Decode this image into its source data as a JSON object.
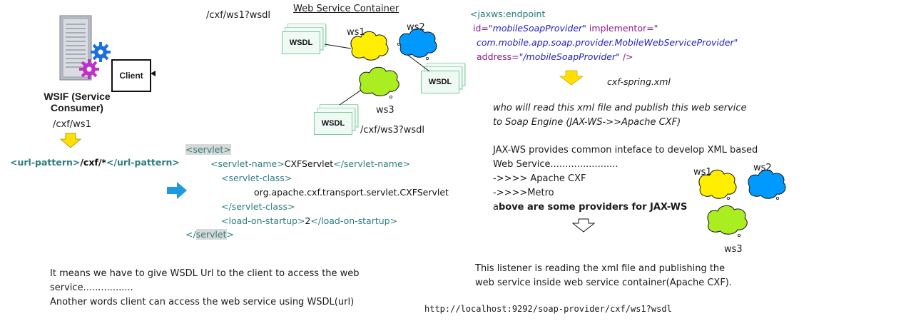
{
  "consumer": {
    "title_line1": "WSIF (Service",
    "title_line2": "Consumer)",
    "client_label": "Client",
    "path": "/cxf/ws1"
  },
  "url_pattern": {
    "open_tag": "<url-pattern>",
    "value": "/cxf/*",
    "close_tag": "</url-pattern>"
  },
  "container": {
    "title": "Web Service Container",
    "wsdl_url_ws1": "/cxf/ws1?wsdl",
    "wsdl_url_ws3": "/cxf/ws3?wsdl",
    "services": [
      {
        "name": "ws1",
        "color": "#ffee00"
      },
      {
        "name": "ws2",
        "color": "#0099ff"
      },
      {
        "name": "ws3",
        "color": "#aaee22"
      }
    ],
    "wsdl_label": "WSDL"
  },
  "servlet_xml": {
    "servlet_open": "<servlet>",
    "name_open": "<servlet-name>",
    "name_value": "CXFServlet",
    "name_close": "</servlet-name>",
    "class_open": "<servlet-class>",
    "class_value": "org.apache.cxf.transport.servlet.CXFServlet",
    "class_close": "</servlet-class>",
    "load_open": "<load-on-startup>",
    "load_value": "2",
    "load_close": "</load-on-startup>",
    "servlet_close_lt": "</",
    "servlet_close_name": "servlet",
    "servlet_close_gt": ">"
  },
  "explanation_left": {
    "line1": "It means we have to give WSDL Url to the client to access the web",
    "line2": "service.................",
    "line3": "Another words client can access the web service using WSDL(url)"
  },
  "endpoint_xml": {
    "line1": "<jaxws:endpoint",
    "id_attr": "id=",
    "id_value": "\"mobileSoapProvider\"",
    "impl_attr": " implementor=\"",
    "impl_value": "com.mobile.app.soap.provider.MobileWebServiceProvider\"",
    "address_attr": "address=",
    "address_value": "\"/mobileSoapProvider\"",
    "close": " />"
  },
  "spring_file": "cxf-spring.xml",
  "question": {
    "line1": "who will read this xml file and publish this web service",
    "line2": "to Soap Engine (JAX-WS->>Apache CXF)"
  },
  "jaxws_block": {
    "line1": "JAX-WS provides common inteface to develop XML based",
    "line2": "Web Service.......................",
    "line3": "->>>> Apache CXF",
    "line4": "->>>>Metro",
    "line5_prefix": "a",
    "line5_bold": "bove are some providers for JAX-WS"
  },
  "providers_clouds": [
    {
      "name": "ws1",
      "color": "#ffee00"
    },
    {
      "name": "ws2",
      "color": "#0099ff"
    },
    {
      "name": "ws3",
      "color": "#aaee22"
    }
  ],
  "listener": {
    "line1": "This listener is reading the xml file and publishing the",
    "line2": "web service inside web service container(Apache CXF)."
  },
  "localhost_url": "http://localhost:9292/soap-provider/cxf/ws1?wsdl",
  "colors": {
    "yellow_arrow": "#ffe000",
    "blue_arrow": "#1e9be0",
    "xml_tag": "#2e7d7d",
    "attr_value": "#2020c0",
    "attr_name": "#8a1a8a"
  }
}
